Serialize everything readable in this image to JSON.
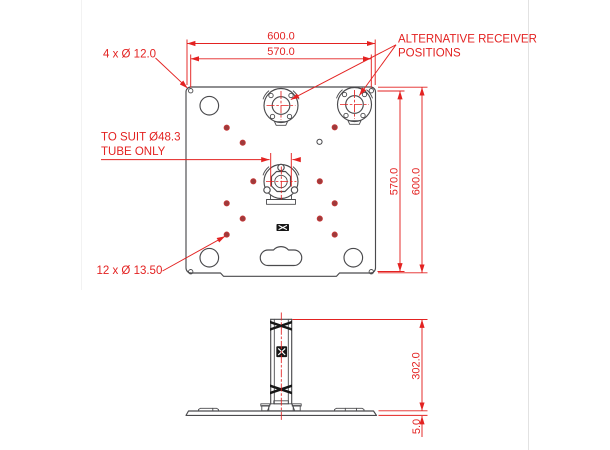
{
  "drawing": {
    "labels": {
      "corner_holes": "4 x Ø 12.0",
      "plate_holes": "12 x Ø 13.50",
      "tube_suit_line1": "TO SUIT Ø48.3",
      "tube_suit_line2": "TUBE ONLY",
      "alt_receiver_line1": "ALTERNATIVE RECEIVER",
      "alt_receiver_line2": "POSITIONS"
    },
    "dimensions": {
      "plate_width": "600.0",
      "hole_span_width": "570.0",
      "hole_span_height": "570.0",
      "plate_height": "600.0",
      "tube_height": "302.0",
      "plate_thickness": "5.0"
    },
    "colors": {
      "annotation_red": "#e32221",
      "line_dark": "#4a4a4d",
      "hole_fill": "#9c3b3c"
    }
  }
}
